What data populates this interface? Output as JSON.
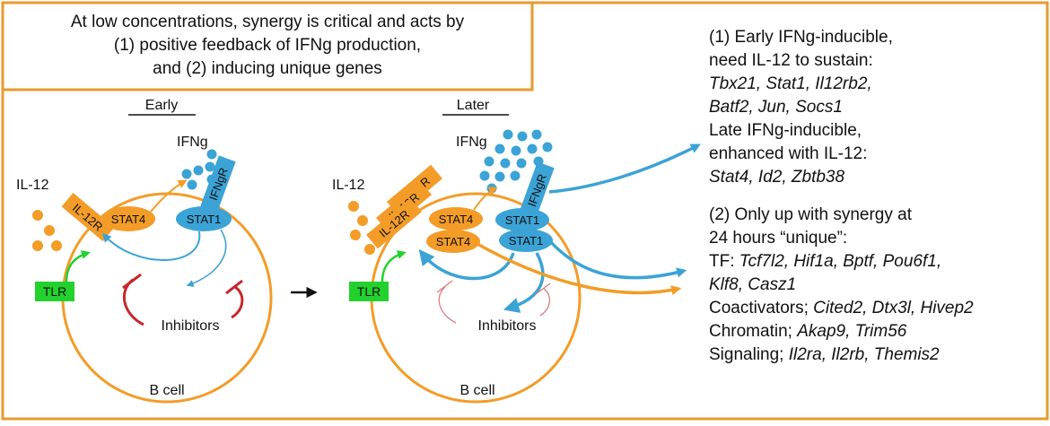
{
  "title": {
    "line1": "At low concentrations, synergy is critical and acts by",
    "line2": "(1) positive feedback of IFNg production,",
    "line3": "and (2) inducing unique genes"
  },
  "early_panel": {
    "heading": "Early",
    "ifng": "IFNg",
    "il12": "IL-12",
    "il12r": "IL-12R",
    "stat4": "STAT4",
    "ifngr": "IFNgR",
    "stat1": "STAT1",
    "tlr": "TLR",
    "inhibitors": "Inhibitors",
    "cell": "B cell"
  },
  "later_panel": {
    "heading": "Later",
    "ifng": "IFNg",
    "il12": "IL-12",
    "il12r": "IL-12R",
    "stat4": "STAT4",
    "ifngr": "IFNgR",
    "stat1": "STAT1",
    "tlr": "TLR",
    "inhibitors": "Inhibitors",
    "cell": "B cell"
  },
  "right_text": {
    "s1_title1": "(1) Early IFNg-inducible,",
    "s1_title2": "need IL-12 to sustain:",
    "s1_genes1": "Tbx21, Stat1, Il12rb2,",
    "s1_genes2": "Batf2, Jun, Socs1",
    "s1_late1": "Late IFNg-inducible,",
    "s1_late2": "enhanced with IL-12:",
    "s1_late_genes": "Stat4, Id2, Zbtb38",
    "s2_title1": "(2) Only up with synergy at",
    "s2_title2": "24 hours “unique”:",
    "tf_label": "TF: ",
    "tf_genes1": "Tcf7l2, Hif1a, Bptf, Pou6f1,",
    "tf_genes2": "Klf8, Casz1",
    "coact_label": "Coactivators; ",
    "coact_genes": "Cited2, Dtx3l, Hivep2",
    "chrom_label": "Chromatin; ",
    "chrom_genes": "Akap9, Trim56",
    "sig_label": "Signaling; ",
    "sig_genes": "Il2ra, Il2rb, Themis2"
  },
  "colors": {
    "orange": "#F39C28",
    "blue": "#3BA3D6",
    "green": "#22D12E",
    "red": "#C8262B",
    "border": "#E89A2E",
    "text": "#111111"
  }
}
